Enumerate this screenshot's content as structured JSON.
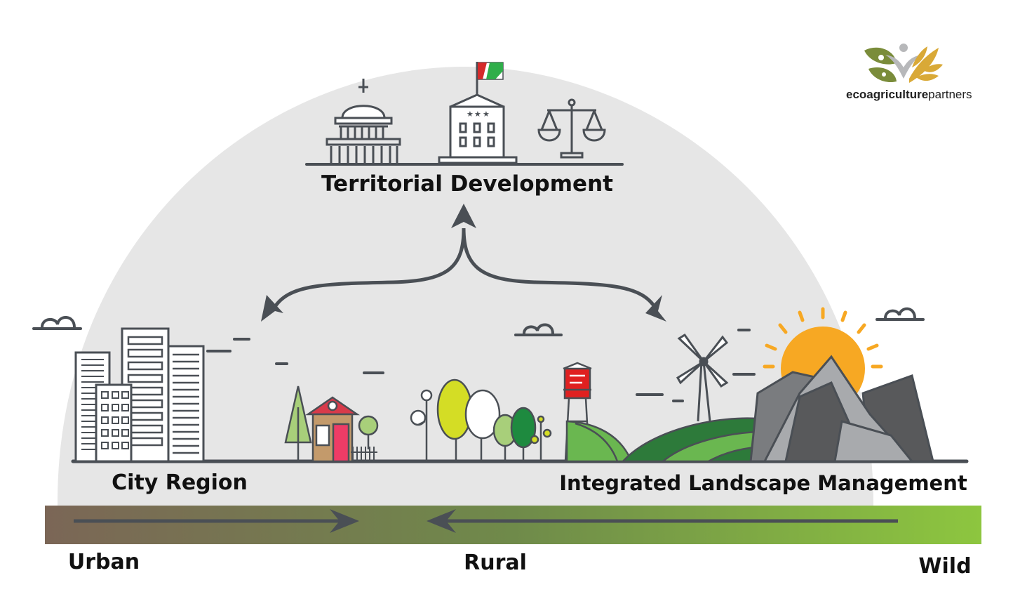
{
  "labels": {
    "territorial_development": "Territorial Development",
    "city_region": "City Region",
    "integrated_landscape_management": "Integrated Landscape Management",
    "urban": "Urban",
    "rural": "Rural",
    "wild": "Wild"
  },
  "logo": {
    "text_bold": "ecoagriculture",
    "text_light": "partners"
  },
  "colors": {
    "dome": "#e6e6e6",
    "outline": "#4a4f55",
    "gradient_urban": "#7b6656",
    "gradient_rural": "#6f8a4a",
    "gradient_wild": "#8dc63f",
    "sun": "#f7a823",
    "flag_red": "#d52b2b",
    "flag_green": "#2fae4a",
    "field_dark": "#2d7a3a",
    "field_light": "#6ab750",
    "tree_yellow": "#d4dd25",
    "tree_green": "#1e8a3f",
    "house_roof": "#d83a4a",
    "house_wall": "#c39a6b",
    "water_tower": "#e02020",
    "logo_olive": "#7a8c3a",
    "logo_gold": "#d9a937"
  }
}
